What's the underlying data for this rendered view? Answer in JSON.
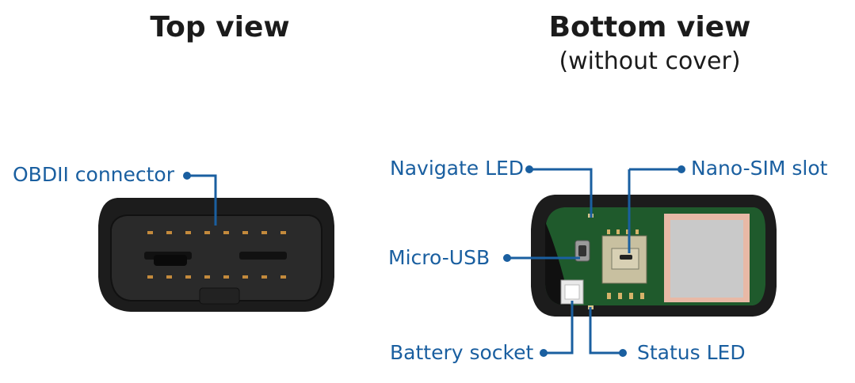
{
  "titles": {
    "top_view": "Top view",
    "bottom_view": "Bottom view",
    "bottom_view_sub": "(without cover)"
  },
  "labels": {
    "obdii_connector": "OBDII connector",
    "navigate_led": "Navigate LED",
    "nano_sim_slot": "Nano-SIM slot",
    "micro_usb": "Micro-USB",
    "battery_socket": "Battery socket",
    "status_led": "Status LED"
  },
  "colors": {
    "label_text": "#1a5fa0",
    "leader_line": "#1a5fa0",
    "title_text": "#1b1b1b",
    "device_body": "#1c1c1c",
    "pcb": "#1f5a2c",
    "battery_pad": "#e8b9a6"
  }
}
